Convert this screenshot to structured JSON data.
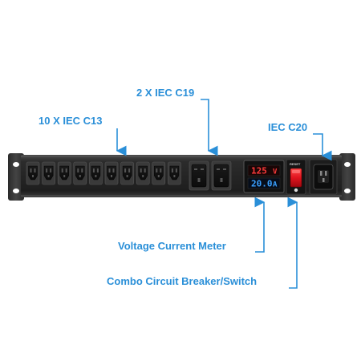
{
  "callouts": {
    "c13": "10 X IEC C13",
    "c19": "2 X IEC C19",
    "c20": "IEC C20",
    "meter": "Voltage Current Meter",
    "breaker": "Combo Circuit Breaker/Switch"
  },
  "meter": {
    "voltage": "125",
    "voltage_unit": "V",
    "current": "20.0",
    "current_unit": "A"
  },
  "breaker": {
    "reset_label": "RESET"
  },
  "colors": {
    "callout": "#2a8fd8",
    "voltage_display": "#ff3b3b",
    "current_display": "#3aa0ff",
    "switch": "#e0141e",
    "body": "#2b2b2b"
  }
}
